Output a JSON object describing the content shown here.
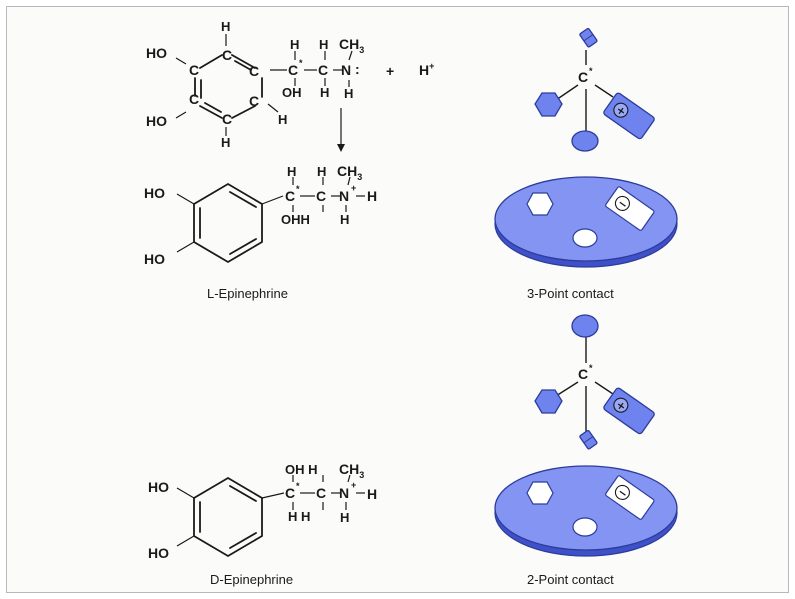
{
  "atoms": {
    "ho": "HO",
    "oh": "OH",
    "h": "H",
    "c": "C",
    "ch": "CH",
    "sub3": "3",
    "n": "N",
    "star": "*",
    "plus": "+",
    "colon": ":",
    "hplus": "H",
    "minus": "−",
    "dash": "–",
    "ohhh": "OHH",
    "hh": "H H",
    "ohh": "OH H"
  },
  "labels": {
    "l_epinephrine": "L-Epinephrine",
    "d_epinephrine": "D-Epinephrine",
    "three_point": "3-Point contact",
    "two_point": "2-Point contact"
  },
  "colors": {
    "model_fill": "#6f83ee",
    "model_stroke": "#2d3c9a",
    "disc_edge": "#3e51c9"
  }
}
